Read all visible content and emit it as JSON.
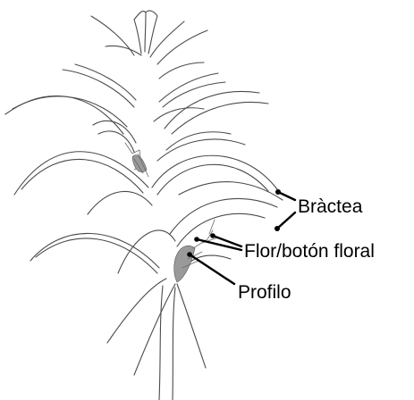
{
  "labels": {
    "bract": "Bràctea",
    "flower": "Flor/botón floral",
    "prophyll": "Profilo"
  }
}
